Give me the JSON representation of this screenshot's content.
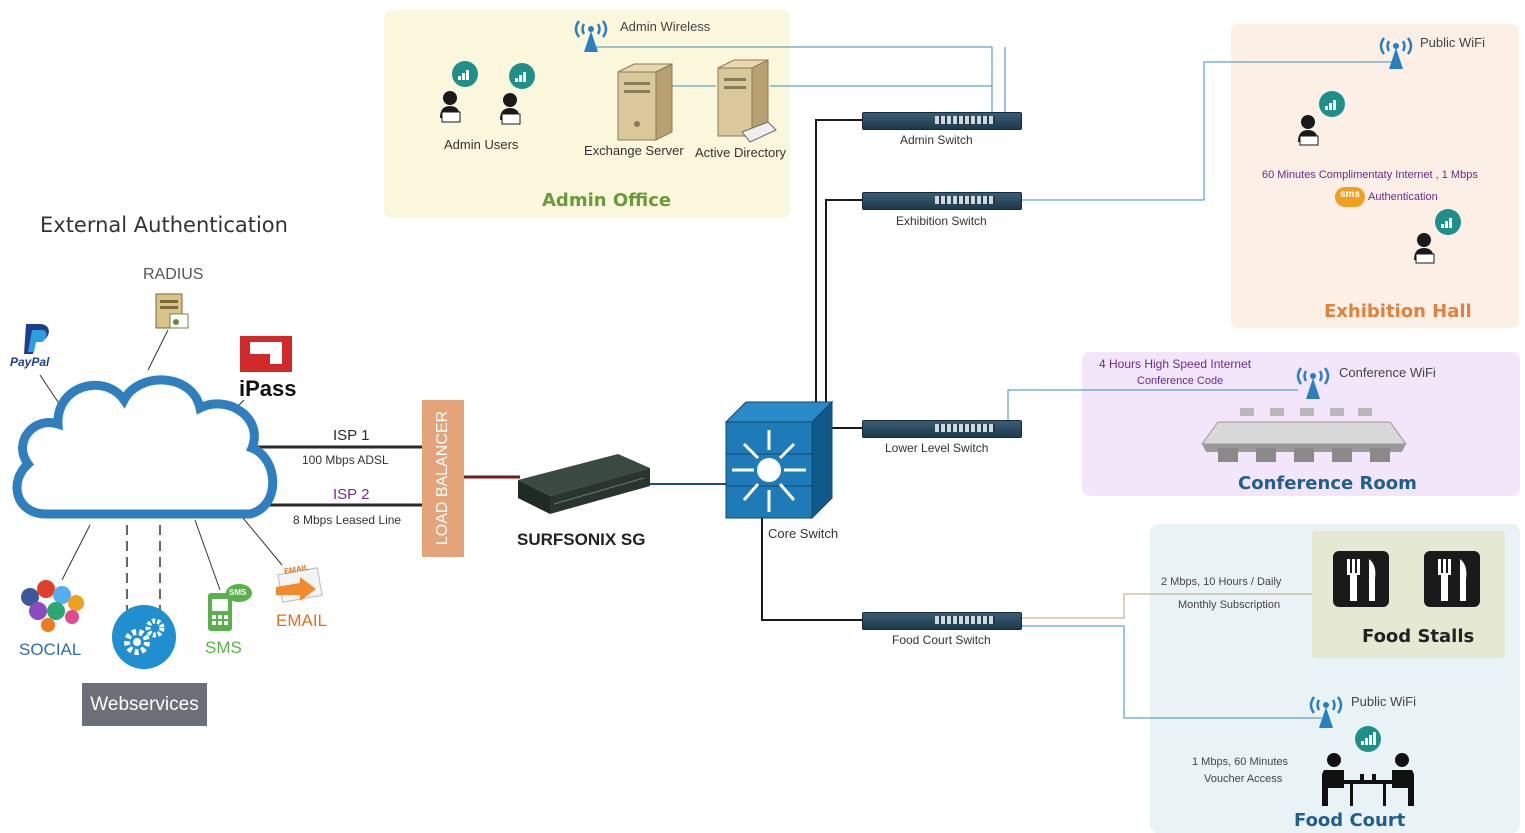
{
  "colors": {
    "admin_zone": "#fbf7dc",
    "exhibition_zone": "#fbefe6",
    "conference_zone": "#f3e6fb",
    "foodcourt_zone": "#e9f3f6",
    "foodstalls_zone": "#e5e9d4",
    "zone_title_green": "#6a9a3a",
    "zone_title_orange": "#e0823a",
    "zone_title_blue": "#1f5f8f",
    "isp_line": "#2a2a2a",
    "lb_line": "#7a1a1a",
    "core_link": "#1f4e79",
    "switch_link": "#1a1a1a",
    "wifi_link": "#3a8fb7",
    "food_link": "#b9a67a",
    "load_balancer": "#e5a37a",
    "webservices_bg": "#6b6f78",
    "isp2_label": "#7a2a8a",
    "conference_text": "#6a2a8a",
    "cloud_stroke": "#2f7fc0"
  },
  "icons": {
    "cloud": "cloud-icon",
    "wifi": "wireless-access-point-icon",
    "user": "user-laptop-icon",
    "signal": "signal-bars-icon",
    "server": "server-tower-icon",
    "switch": "network-switch-icon",
    "core_switch": "core-switch-icon",
    "appliance": "rack-appliance-icon",
    "paypal": "paypal-logo",
    "ipass": "ipass-logo",
    "radius": "radius-server-icon",
    "social": "social-bubbles-icon",
    "webservices": "gears-icon",
    "sms": "sms-phone-icon",
    "email": "email-envelope-icon",
    "sms_badge": "sms-bubble-icon",
    "conference_table": "conference-table-icon",
    "cutlery": "fork-knife-icon",
    "dining": "people-dining-icon"
  },
  "external": {
    "title": "External Authentication",
    "radius": "RADIUS",
    "paypal": "PayPal",
    "ipass": "iPass",
    "social": "SOCIAL",
    "webservices": "Webservices",
    "sms": "SMS",
    "email": "EMAIL",
    "email_tag": "EMAIL",
    "sms_tag": "SMS"
  },
  "isp": {
    "isp1": "ISP 1",
    "isp1_desc": "100 Mbps ADSL",
    "isp2": "ISP 2",
    "isp2_desc": "8 Mbps Leased Line"
  },
  "load_balancer": "LOAD BALANCER",
  "gateway": "SURFSONIX SG",
  "core_switch": "Core Switch",
  "switches": {
    "admin": "Admin Switch",
    "exhibition": "Exhibition Switch",
    "lower_level": "Lower Level Switch",
    "food_court": "Food Court Switch"
  },
  "admin_office": {
    "title": "Admin Office",
    "wireless": "Admin Wireless",
    "users": "Admin Users",
    "exchange": "Exchange Server",
    "directory": "Active Directory"
  },
  "exhibition_hall": {
    "title": "Exhibition Hall",
    "wifi": "Public WiFi",
    "desc": "60 Minutes Complimentaty Internet , 1 Mbps",
    "sms_badge": "sms",
    "auth": "Authentication"
  },
  "conference_room": {
    "title": "Conference Room",
    "wifi": "Conference WiFi",
    "desc1": "4 Hours High Speed Internet",
    "desc2": "Conference Code"
  },
  "food_stalls": {
    "title": "Food Stalls",
    "desc1": "2 Mbps, 10 Hours / Daily",
    "desc2": "Monthly Subscription"
  },
  "food_court": {
    "title": "Food Court",
    "wifi": "Public WiFi",
    "desc1": "1 Mbps, 60 Minutes",
    "desc2": "Voucher Access"
  }
}
